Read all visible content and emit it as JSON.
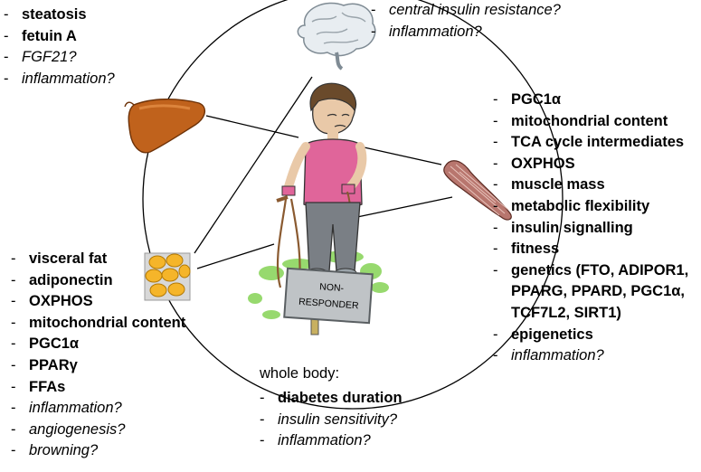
{
  "liver_factors": [
    {
      "text": "steatosis",
      "style": "b"
    },
    {
      "text": "fetuin A",
      "style": "b"
    },
    {
      "text": "FGF21?",
      "style": "i"
    },
    {
      "text": "inflammation?",
      "style": "i"
    }
  ],
  "brain_factors": [
    {
      "text": "central insulin resistance?",
      "style": "i"
    },
    {
      "text": "inflammation?",
      "style": "i"
    }
  ],
  "muscle_factors": [
    {
      "text": "PGC1α",
      "style": "b"
    },
    {
      "text": "mitochondrial content",
      "style": "b"
    },
    {
      "text": "TCA cycle intermediates",
      "style": "b"
    },
    {
      "text": "OXPHOS",
      "style": "b"
    },
    {
      "text": "muscle mass",
      "style": "b"
    },
    {
      "text": "metabolic flexibility",
      "style": "b"
    },
    {
      "text": "insulin signalling",
      "style": "b"
    },
    {
      "text": "fitness",
      "style": "b"
    },
    {
      "text": "genetics (FTO, ADIPOR1,",
      "style": "b"
    },
    {
      "text": "PPARG, PPARD, PGC1α,",
      "style": "b",
      "cont": true
    },
    {
      "text": "TCF7L2, SIRT1)",
      "style": "b",
      "cont": true
    },
    {
      "text": "epigenetics",
      "style": "b"
    },
    {
      "text": "inflammation?",
      "style": "i"
    }
  ],
  "adipose_factors": [
    {
      "text": "visceral fat",
      "style": "b"
    },
    {
      "text": "adiponectin",
      "style": "b"
    },
    {
      "text": "OXPHOS",
      "style": "b"
    },
    {
      "text": "mitochondrial content",
      "style": "b"
    },
    {
      "text": "PGC1α",
      "style": "b"
    },
    {
      "text": "PPARγ",
      "style": "b"
    },
    {
      "text": "FFAs",
      "style": "b"
    },
    {
      "text": "inflammation?",
      "style": "i"
    },
    {
      "text": "angiogenesis?",
      "style": "i"
    },
    {
      "text": "browning?",
      "style": "i"
    }
  ],
  "whole_body": {
    "heading": "whole body:",
    "factors": [
      {
        "text": "diabetes duration",
        "style": "b"
      },
      {
        "text": "insulin sensitivity?",
        "style": "i"
      },
      {
        "text": "inflammation?",
        "style": "i"
      }
    ]
  },
  "sign": {
    "line1": "NON-",
    "line2": "RESPONDER"
  },
  "colors": {
    "liver": "#c0621c",
    "muscle": "#b8766e",
    "fat": "#f5b52a",
    "shirt": "#e0659a",
    "grass": "#7ed04a"
  }
}
